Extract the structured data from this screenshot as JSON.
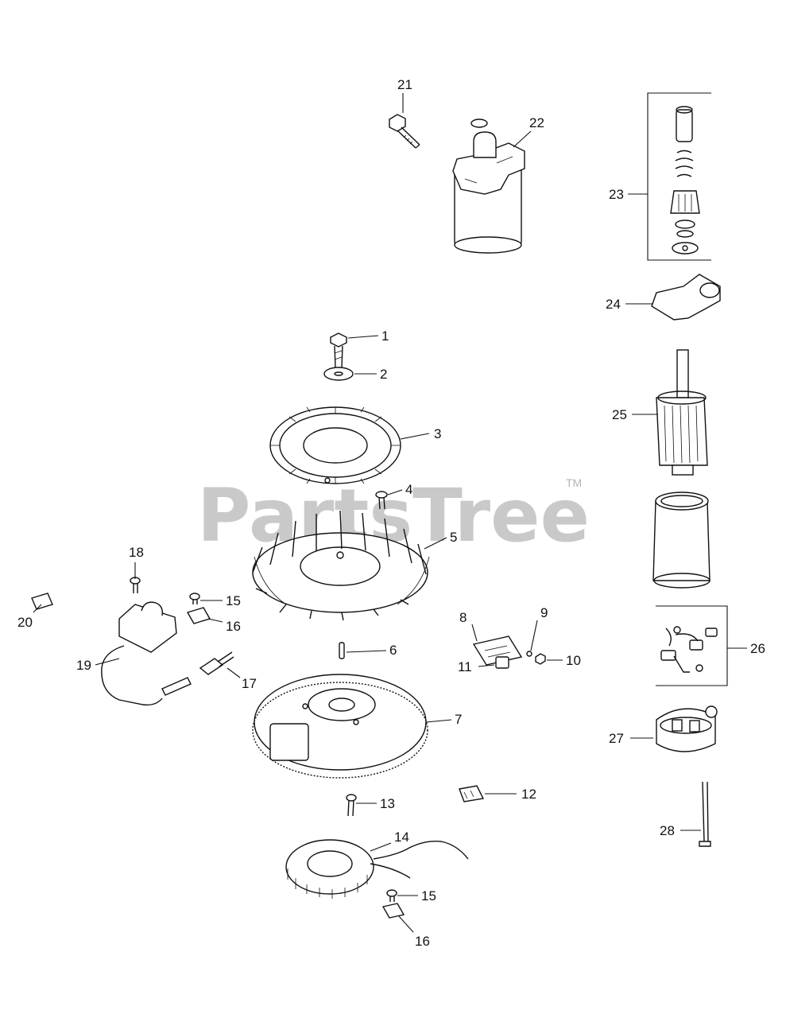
{
  "watermark": {
    "text": "PartsTree",
    "trademark": "TM"
  },
  "callouts": [
    "1",
    "2",
    "3",
    "4",
    "5",
    "6",
    "7",
    "8",
    "9",
    "10",
    "11",
    "12",
    "13",
    "14",
    "15",
    "16",
    "17",
    "18",
    "19",
    "20",
    "21",
    "22",
    "23",
    "24",
    "25",
    "26",
    "27",
    "28"
  ]
}
